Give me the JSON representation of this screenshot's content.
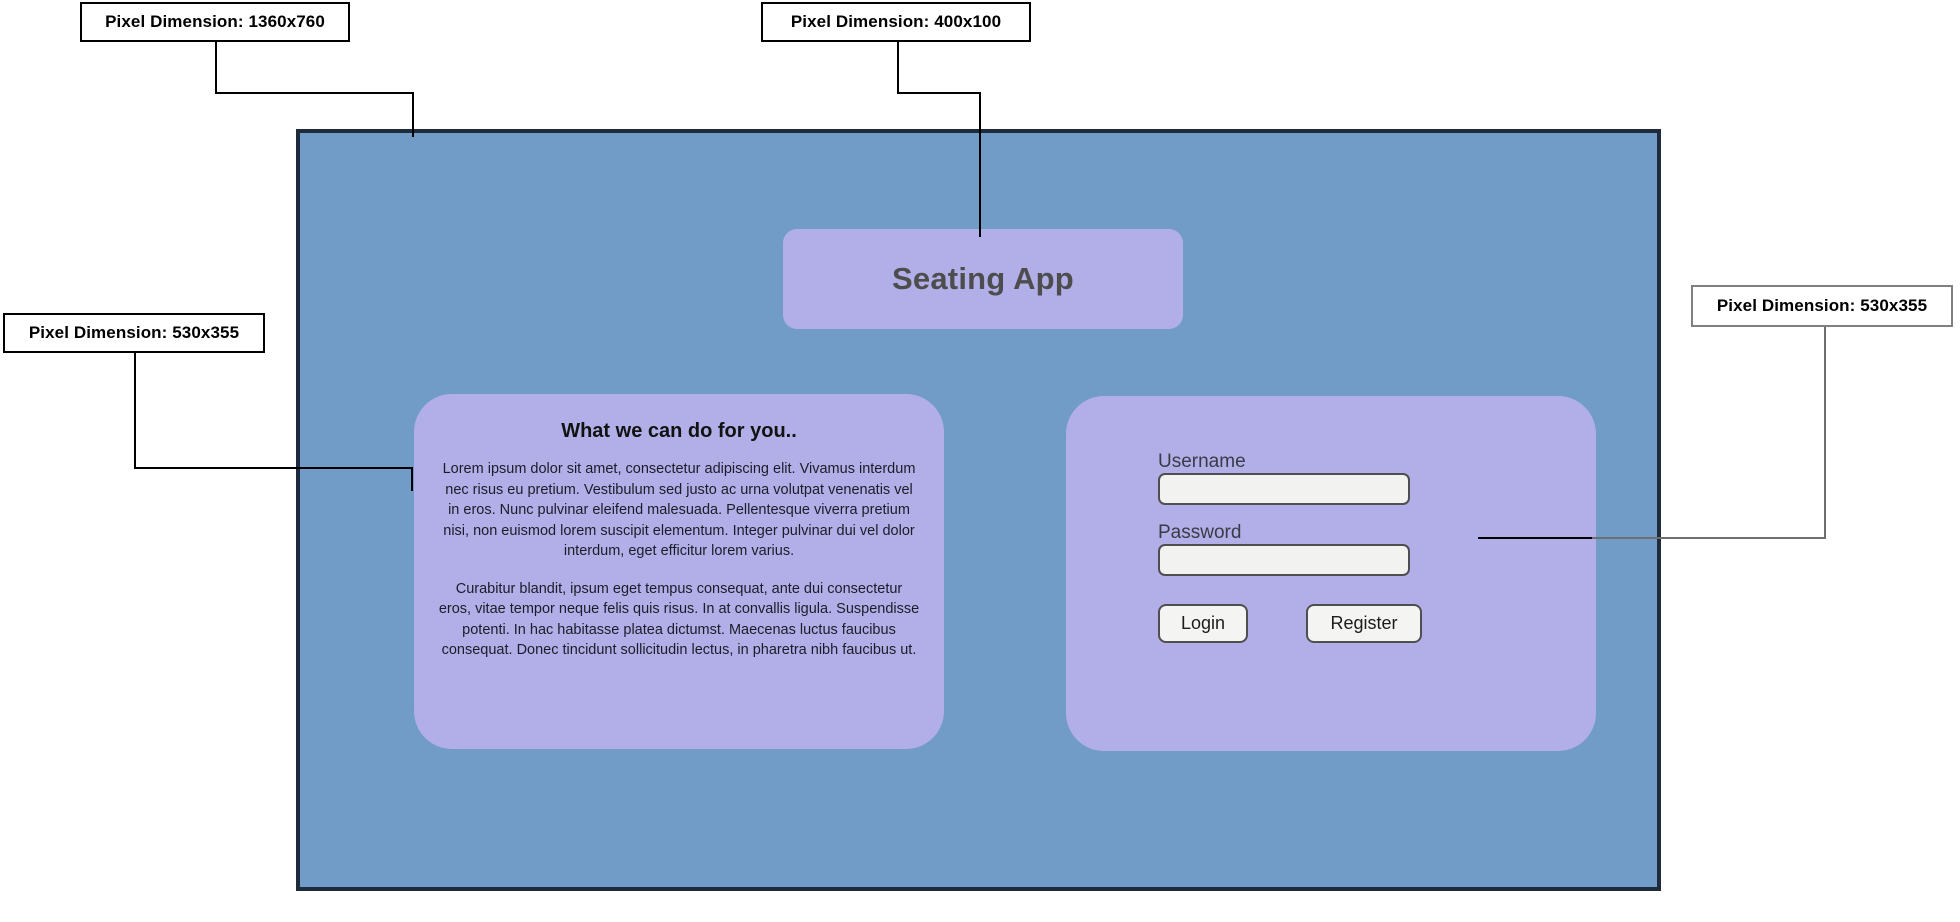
{
  "annotations": [
    {
      "id": "window-dimension",
      "label": "Pixel Dimension: 1360x760"
    },
    {
      "id": "title-card-dimension",
      "label": "Pixel Dimension: 400x100"
    },
    {
      "id": "info-panel-dimension",
      "label": "Pixel Dimension: 530x355"
    },
    {
      "id": "login-panel-dimension",
      "label": "Pixel Dimension: 530x355"
    }
  ],
  "app": {
    "title": "Seating App",
    "info_panel": {
      "heading": "What we can do for you..",
      "paragraph_1": "Lorem ipsum dolor sit amet, consectetur adipiscing elit. Vivamus interdum nec risus eu pretium. Vestibulum sed justo ac urna volutpat venenatis vel in eros. Nunc pulvinar eleifend malesuada. Pellentesque viverra pretium nisi, non euismod lorem suscipit elementum. Integer pulvinar dui vel dolor interdum, eget efficitur lorem varius.",
      "paragraph_2": "Curabitur blandit, ipsum eget tempus consequat, ante dui consectetur eros, vitae tempor neque felis quis risus. In at convallis ligula. Suspendisse potenti. In hac habitasse platea dictumst. Maecenas luctus faucibus consequat. Donec tincidunt sollicitudin lectus, in pharetra nibh faucibus ut."
    },
    "login_panel": {
      "username_label": "Username",
      "username_value": "",
      "username_placeholder": "",
      "password_label": "Password",
      "password_value": "",
      "password_placeholder": "",
      "login_button": "Login",
      "register_button": "Register"
    }
  },
  "colors": {
    "window_background": "#729CC8",
    "window_border": "#1f2a3a",
    "panel_background": "#B2AFE8",
    "title_text": "#4d4d4d",
    "input_background": "#f2f2f0",
    "input_border": "#4f4f50",
    "callout_background": "#ffffff",
    "callout_border": "#000000",
    "callout_border_alt": "#808080",
    "page_background": "#ffffff"
  }
}
